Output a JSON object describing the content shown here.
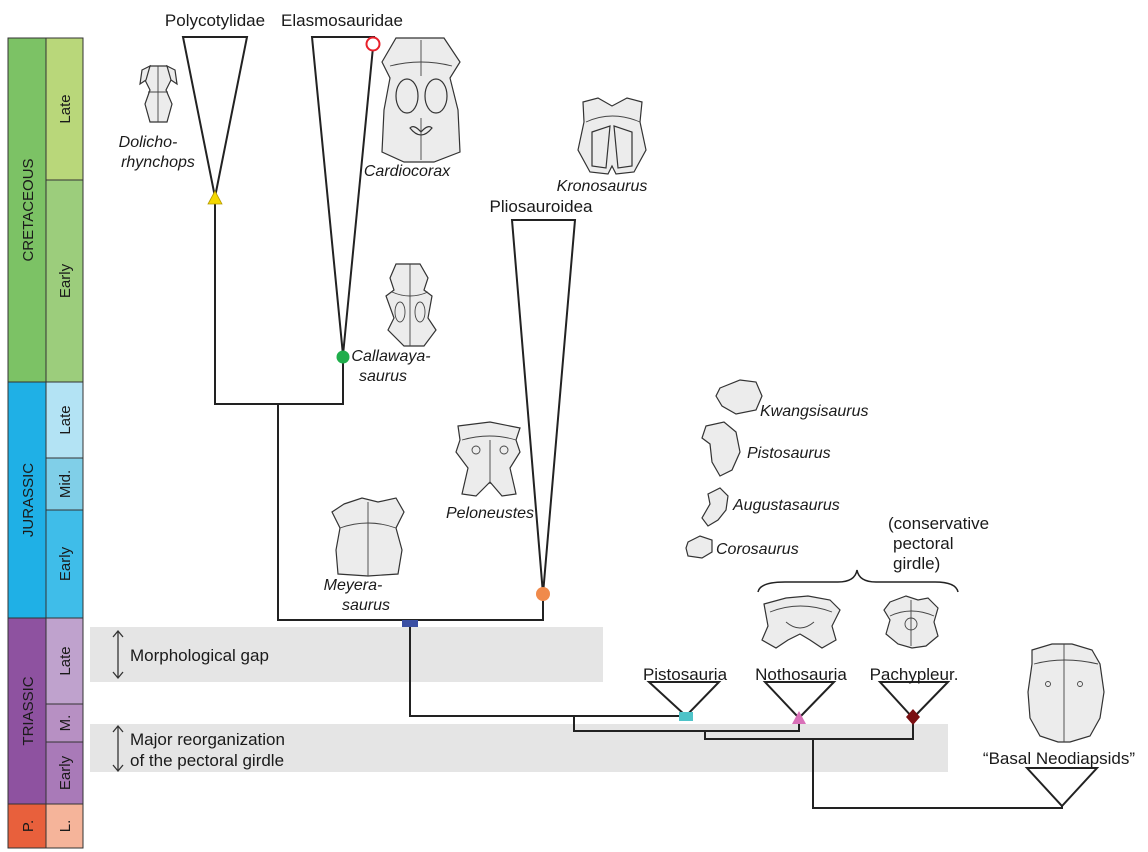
{
  "timescale": {
    "periods": [
      {
        "name": "CRETACEOUS",
        "color": "#7cc265"
      },
      {
        "name": "JURASSIC",
        "color": "#1fb0e6"
      },
      {
        "name": "TRIASSIC",
        "color": "#8e52a0"
      },
      {
        "name": "P.",
        "color": "#e8603c"
      }
    ],
    "epochs": [
      {
        "name": "Late",
        "color": "#b9d77a"
      },
      {
        "name": "Early",
        "color": "#9ccd7c"
      },
      {
        "name": "Late",
        "color": "#b3e3f4"
      },
      {
        "name": "Mid.",
        "color": "#80cfe8"
      },
      {
        "name": "Early",
        "color": "#3fbde9"
      },
      {
        "name": "Late",
        "color": "#bfa2cd"
      },
      {
        "name": "M.",
        "color": "#b790c3"
      },
      {
        "name": "Early",
        "color": "#a97ab8"
      },
      {
        "name": "L.",
        "color": "#f5b49a"
      }
    ]
  },
  "bands": {
    "gap": "Morphological gap",
    "reorg_line1": "Major reorganization",
    "reorg_line2": "of the pectoral girdle"
  },
  "clades": {
    "polycotylidae": "Polycotylidae",
    "elasmosauridae": "Elasmosauridae",
    "pliosauroidea": "Pliosauroidea",
    "pistosauria": "Pistosauria",
    "nothosauria": "Nothosauria",
    "pachypleur": "Pachypleur.",
    "basal": "“Basal Neodiapsids”"
  },
  "taxa": {
    "dolicho1": "Dolicho-",
    "dolicho2": "rhynchops",
    "cardiocorax": "Cardiocorax",
    "kronosaurus": "Kronosaurus",
    "callawaya1": "Callawaya-",
    "callawaya2": "saurus",
    "peloneustes": "Peloneustes",
    "meyera1": "Meyera-",
    "meyera2": "saurus",
    "kwangsisaurus": "Kwangsisaurus",
    "pistosaurus": "Pistosaurus",
    "augustasaurus": "Augustasaurus",
    "corosaurus": "Corosaurus"
  },
  "note": {
    "line1": "(conservative",
    "line2": "pectoral",
    "line3": "girdle)"
  },
  "markers": {
    "yellow": "#f5d800",
    "red": "#e8202a",
    "green": "#1fae4b",
    "orange": "#f08a4b",
    "blue": "#3a4fa3",
    "cyan": "#4fc3c8",
    "pink": "#d970b8",
    "darkred": "#7a0f12",
    "band": "#e5e5e5"
  }
}
